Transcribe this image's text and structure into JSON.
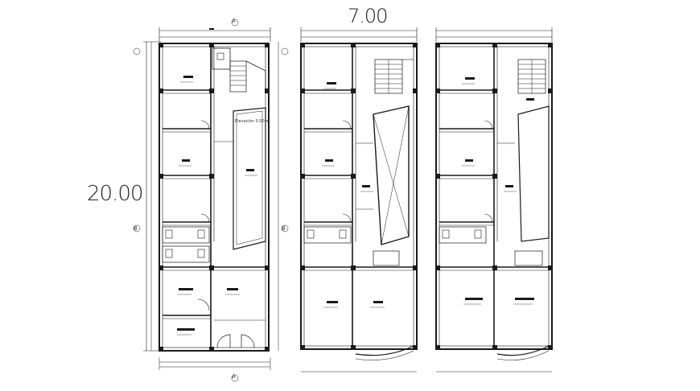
{
  "dimensions": {
    "width": "7.00",
    "height": "20.00"
  },
  "axes": {
    "top": "A",
    "bottom": "A",
    "left": "B",
    "right": "B"
  },
  "annotations": {
    "stair_note": "Elevación 0.00 m",
    "plan_count": 3
  },
  "colors": {
    "line": "#1a1a1a",
    "background": "#ffffff"
  }
}
